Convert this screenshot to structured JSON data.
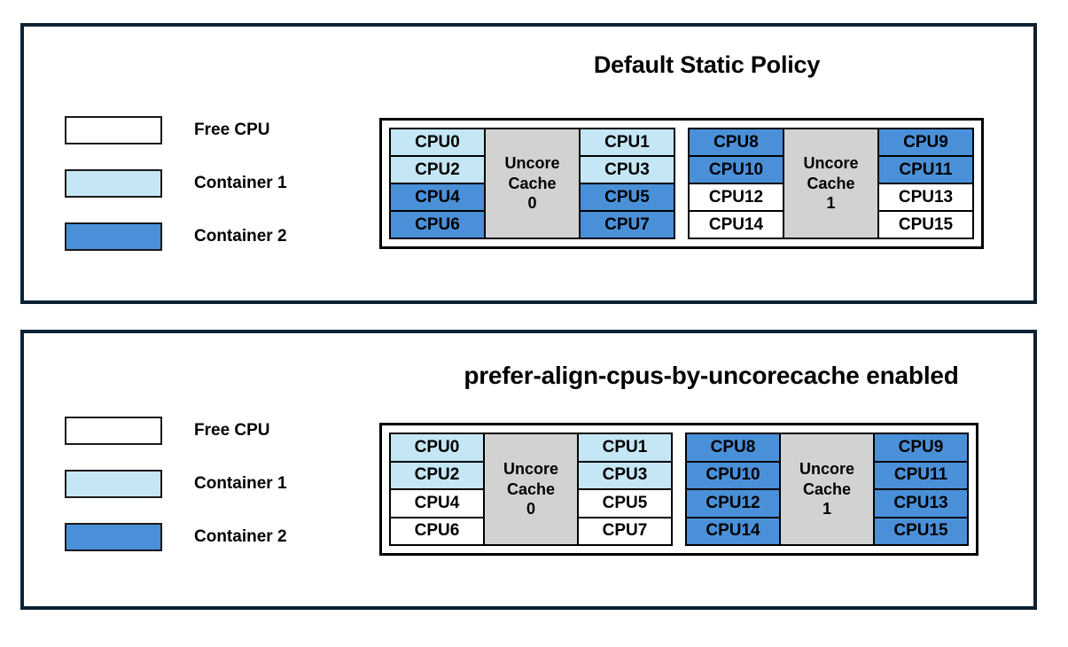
{
  "colors": {
    "free": "#ffffff",
    "container1": "#c5e6f5",
    "container2": "#4a90d9",
    "cache": "#d2d2d2",
    "frame": "#0b2233",
    "outline": "#000000"
  },
  "legend_items": [
    {
      "label": "Free CPU",
      "fill": "free"
    },
    {
      "label": "Container 1",
      "fill": "container1"
    },
    {
      "label": "Container 2",
      "fill": "container2"
    }
  ],
  "panels": [
    {
      "id": "default-static-policy",
      "title": "Default Static Policy",
      "sockets": [
        {
          "cache_label_line1": "Uncore",
          "cache_label_line2": "Cache",
          "cache_label_line3": "0",
          "left_column": [
            {
              "label": "CPU0",
              "fill": "container1"
            },
            {
              "label": "CPU2",
              "fill": "container1"
            },
            {
              "label": "CPU4",
              "fill": "container2"
            },
            {
              "label": "CPU6",
              "fill": "container2"
            }
          ],
          "right_column": [
            {
              "label": "CPU1",
              "fill": "container1"
            },
            {
              "label": "CPU3",
              "fill": "container1"
            },
            {
              "label": "CPU5",
              "fill": "container2"
            },
            {
              "label": "CPU7",
              "fill": "container2"
            }
          ]
        },
        {
          "cache_label_line1": "Uncore",
          "cache_label_line2": "Cache",
          "cache_label_line3": "1",
          "left_column": [
            {
              "label": "CPU8",
              "fill": "container2"
            },
            {
              "label": "CPU10",
              "fill": "container2"
            },
            {
              "label": "CPU12",
              "fill": "free"
            },
            {
              "label": "CPU14",
              "fill": "free"
            }
          ],
          "right_column": [
            {
              "label": "CPU9",
              "fill": "container2"
            },
            {
              "label": "CPU11",
              "fill": "container2"
            },
            {
              "label": "CPU13",
              "fill": "free"
            },
            {
              "label": "CPU15",
              "fill": "free"
            }
          ]
        }
      ]
    },
    {
      "id": "prefer-align-cpus-by-uncorecache-enabled",
      "title": "prefer-align-cpus-by-uncorecache enabled",
      "sockets": [
        {
          "cache_label_line1": "Uncore",
          "cache_label_line2": "Cache",
          "cache_label_line3": "0",
          "left_column": [
            {
              "label": "CPU0",
              "fill": "container1"
            },
            {
              "label": "CPU2",
              "fill": "container1"
            },
            {
              "label": "CPU4",
              "fill": "free"
            },
            {
              "label": "CPU6",
              "fill": "free"
            }
          ],
          "right_column": [
            {
              "label": "CPU1",
              "fill": "container1"
            },
            {
              "label": "CPU3",
              "fill": "container1"
            },
            {
              "label": "CPU5",
              "fill": "free"
            },
            {
              "label": "CPU7",
              "fill": "free"
            }
          ]
        },
        {
          "cache_label_line1": "Uncore",
          "cache_label_line2": "Cache",
          "cache_label_line3": "1",
          "left_column": [
            {
              "label": "CPU8",
              "fill": "container2"
            },
            {
              "label": "CPU10",
              "fill": "container2"
            },
            {
              "label": "CPU12",
              "fill": "container2"
            },
            {
              "label": "CPU14",
              "fill": "container2"
            }
          ],
          "right_column": [
            {
              "label": "CPU9",
              "fill": "container2"
            },
            {
              "label": "CPU11",
              "fill": "container2"
            },
            {
              "label": "CPU13",
              "fill": "container2"
            },
            {
              "label": "CPU15",
              "fill": "container2"
            }
          ]
        }
      ]
    }
  ]
}
